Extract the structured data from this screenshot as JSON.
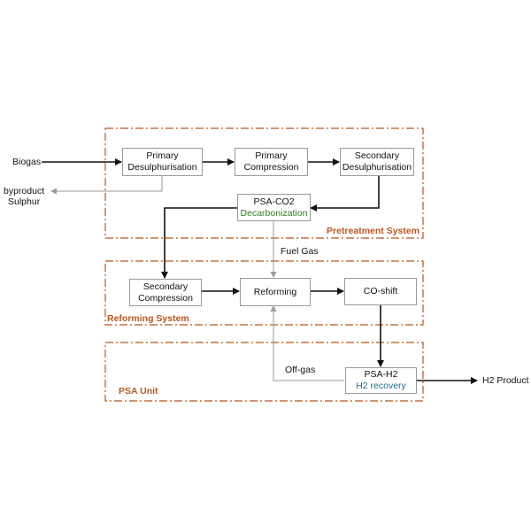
{
  "systems": {
    "pretreatment": "Pretreatment System",
    "reforming": "Reforming System",
    "psa": "PSA Unit"
  },
  "nodes": {
    "primary_desulph": [
      "Primary",
      "Desulphurisation"
    ],
    "primary_comp": [
      "Primary",
      "Compression"
    ],
    "secondary_desulph": [
      "Secondary",
      "Desulphurisation"
    ],
    "psa_co2": [
      "PSA-CO2",
      "Decarbonization"
    ],
    "secondary_comp": [
      "Secondary",
      "Compression"
    ],
    "reforming": "Reforming",
    "co_shift": "CO-shift",
    "psa_h2": [
      "PSA-H2",
      "H2 recovery"
    ]
  },
  "streams": {
    "biogas": "Biogas",
    "byproduct": [
      "byproduct",
      "Sulphur"
    ],
    "fuel_gas": "Fuel Gas",
    "off_gas": "Off-gas",
    "h2_product": "H2 Product"
  },
  "colors": {
    "zone_border": "#b8561f",
    "main_flow": "#111111",
    "secondary_flow": "#9a9a9a",
    "box_border": "#9a9a9a",
    "decarbonization_text": "#2e7d1e",
    "h2_recovery_text": "#1f6e8c"
  }
}
